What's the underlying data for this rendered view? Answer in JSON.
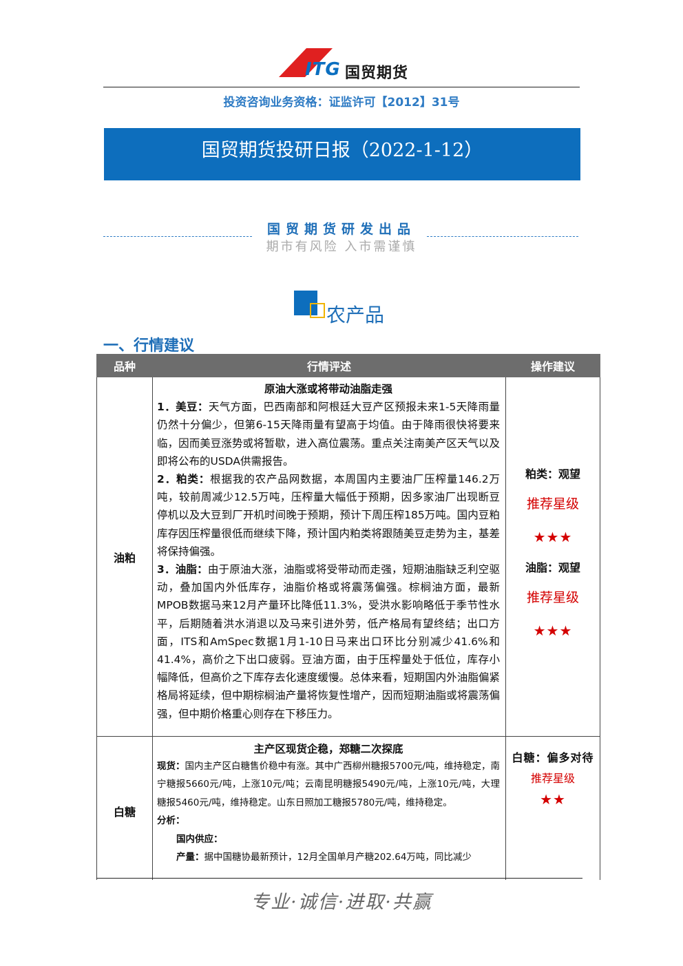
{
  "header": {
    "logo_itg": "ITG",
    "logo_brand": "国贸期货",
    "qualification": "投资咨询业务资格：证监许可【2012】31号",
    "report_title": "国贸期货投研日报（2022-1-12）",
    "produced_by": "国贸期货研发出品",
    "risk_warning": "期市有风险 入市需谨慎"
  },
  "section": {
    "title": "农产品",
    "subheading": "一、行情建议"
  },
  "table": {
    "headers": [
      "品种",
      "行情评述",
      "操作建议"
    ],
    "rows": [
      {
        "variety": "油粕",
        "headline": "原油大涨或将带动油脂走强",
        "p1_label": "1．美豆：",
        "p1_text": "天气方面，巴西南部和阿根廷大豆产区预报未来1-5天降雨量仍然十分偏少，但第6-15天降雨量有望高于均值。由于降雨很快将要来临，因而美豆涨势或将暂歇，进入高位震荡。重点关注南美产区天气以及即将公布的USDA供需报告。",
        "p2_label": "2．粕类：",
        "p2_text": "根据我的农产品网数据，本周国内主要油厂压榨量146.2万吨，较前周减少12.5万吨，压榨量大幅低于预期，因多家油厂出现断豆停机以及大豆到厂开机时间晚于预期，预计下周压榨185万吨。国内豆粕库存因压榨量很低而继续下降，预计国内粕类将跟随美豆走势为主，基差将保持偏强。",
        "p3_label": "3．油脂：",
        "p3_text": "由于原油大涨，油脂或将受带动而走强，短期油脂缺乏利空驱动，叠加国内外低库存，油脂价格或将震荡偏强。棕榈油方面，最新MPOB数据马来12月产量环比降低11.3%，受洪水影响略低于季节性水平，后期随着洪水消退以及马来引进外劳，低产格局有望终结；出口方面，ITS和AmSpec数据1月1-10日马来出口环比分别减少41.6%和41.4%，高价之下出口疲弱。豆油方面，由于压榨量处于低位，库存小幅降低，但高价之下库存去化速度缓慢。总体来看，短期国内外油脂偏紧格局将延续，但中期棕榈油产量将恢复性增产，因而短期油脂或将震荡偏强，但中期价格重心则存在下移压力。",
        "ops": [
          {
            "label": "粕类：观望",
            "rec": "推荐星级",
            "stars": "★★★"
          },
          {
            "label": "油脂：观望",
            "rec": "推荐星级",
            "stars": "★★★"
          }
        ]
      },
      {
        "variety": "白糖",
        "headline": "主产区现货企稳，郑糖二次探底",
        "spot_label": "现货：",
        "spot_text": "国内主产区白糖售价稳中有涨。其中广西柳州糖报5700元/吨，维持稳定，南宁糖报5660元/吨，上涨10元/吨；云南昆明糖报5490元/吨，上涨10元/吨，大理糖报5460元/吨，维持稳定。山东日照加工糖报5780元/吨，维持稳定。",
        "analysis_label": "分析：",
        "supply_label": "国内供应：",
        "output_label": "产量：",
        "output_text": "据中国糖协最新预计，12月全国单月产糖202.64万吨，同比减少",
        "ops": {
          "label": "白糖：偏多对待",
          "rec": "推荐星级",
          "stars": "★★"
        }
      }
    ]
  },
  "footer": {
    "motto": "专业·诚信·进取·共赢"
  }
}
